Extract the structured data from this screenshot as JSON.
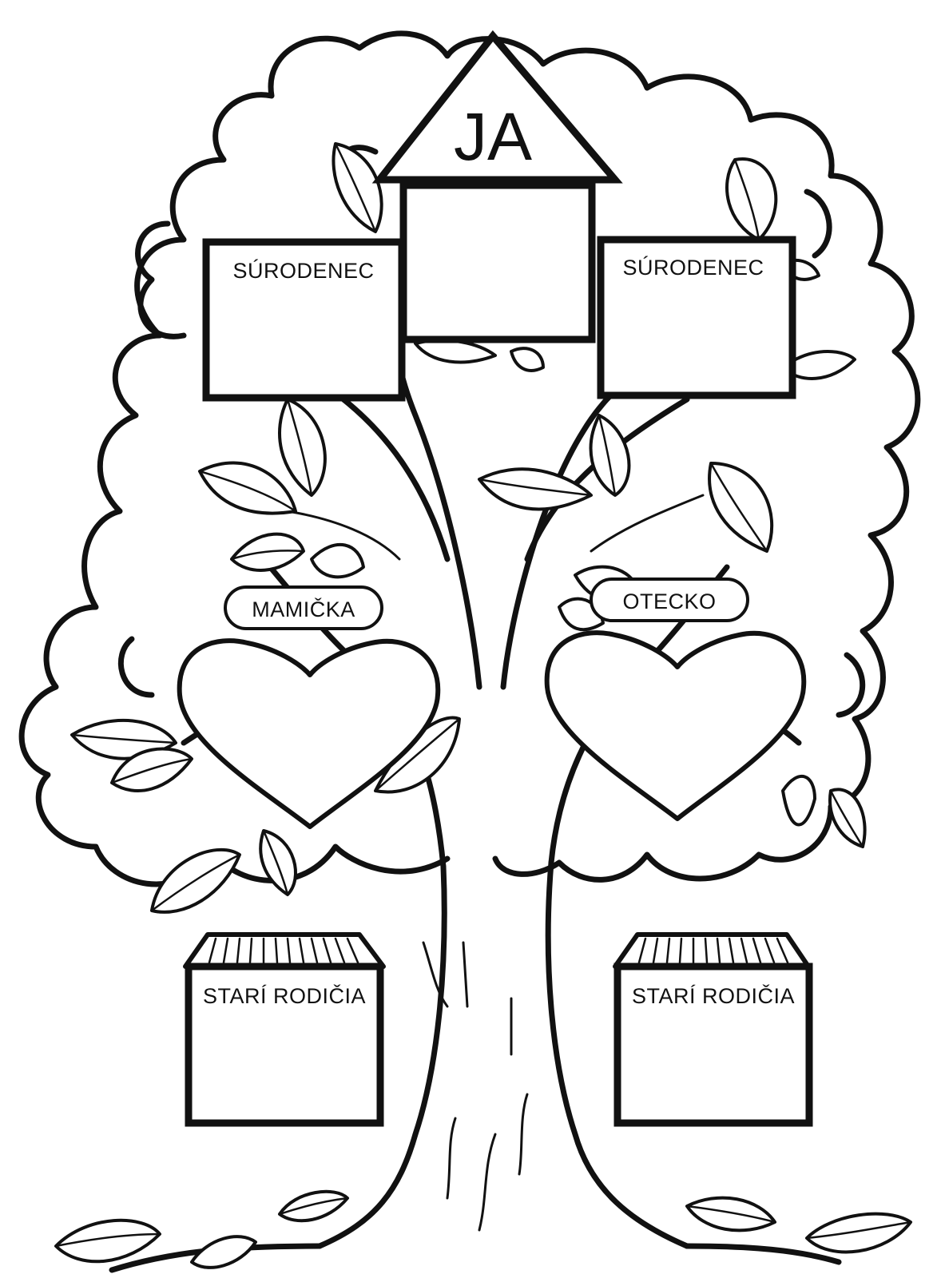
{
  "tree": {
    "self_label": "JA",
    "siblings": [
      {
        "label": "SÚRODENEC"
      },
      {
        "label": "SÚRODENEC"
      }
    ],
    "parents": [
      {
        "label": "MAMIČKA"
      },
      {
        "label": "OTECKO"
      }
    ],
    "grandparents": [
      {
        "label": "STARÍ RODIČIA"
      },
      {
        "label": "STARÍ RODIČIA"
      }
    ]
  },
  "colors": {
    "ink": "#111111",
    "paper": "#ffffff"
  }
}
